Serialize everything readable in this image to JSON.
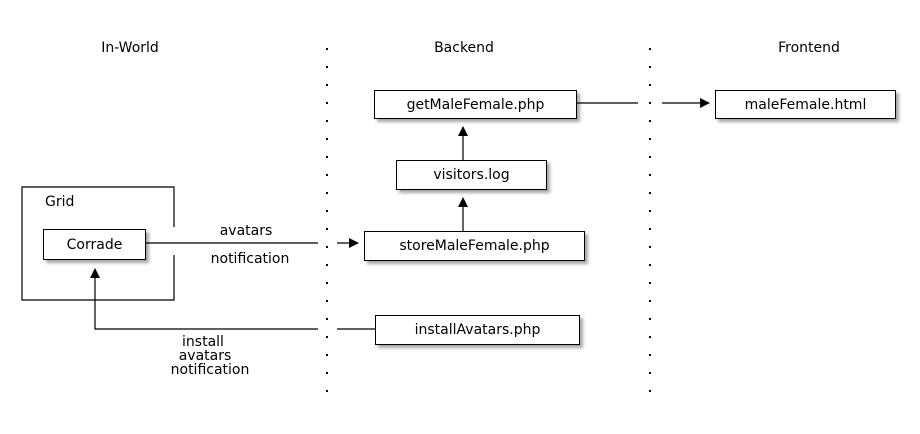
{
  "columns": {
    "in_world": "In-World",
    "backend": "Backend",
    "frontend": "Frontend"
  },
  "grid": {
    "label": "Grid",
    "corrade": "Corrade"
  },
  "backend_nodes": {
    "get_male_female": "getMaleFemale.php",
    "visitors_log": "visitors.log",
    "store_male_female": "storeMaleFemale.php",
    "install_avatars": "installAvatars.php"
  },
  "frontend_nodes": {
    "male_female_html": "maleFemale.html"
  },
  "edges": {
    "avatars_top": "avatars",
    "notification_top": "notification",
    "install_line1": "install",
    "install_line2": "avatars",
    "install_line3": "notification"
  }
}
